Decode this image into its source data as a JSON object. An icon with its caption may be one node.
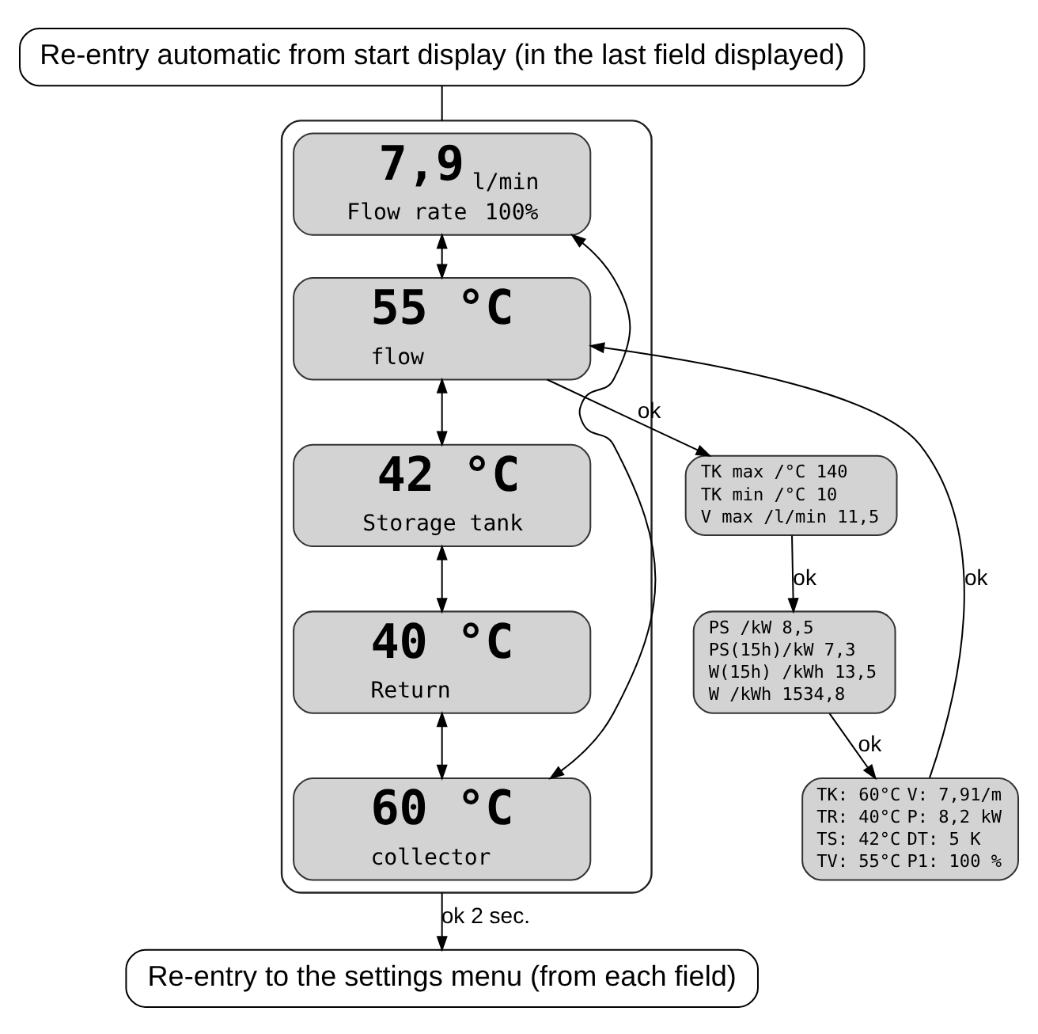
{
  "diagram": {
    "nodes": [
      {
        "text": [
          "Re-entry automatic from start display (in the last field displayed)"
        ]
      },
      {
        "text": [],
        "shape": "bracket"
      },
      {
        "text": [
          "7,9",
          "l/min",
          "Flow rate",
          "100%"
        ],
        "in": 1
      },
      {
        "text": [
          "55 °C",
          "flow"
        ],
        "in": 1
      },
      {
        "text": [
          "42 °C",
          "Storage tank"
        ],
        "in": 1
      },
      {
        "text": [
          "40 °C",
          "Return"
        ],
        "in": 1
      },
      {
        "text": [
          "60 °C",
          "collector"
        ],
        "in": 1
      },
      {
        "text": [
          "TK max /°C 140",
          "TK min /°C 10",
          "V max /l/min 11,5"
        ]
      },
      {
        "text": [
          "PS /kW 8,5",
          "PS(15h)/kW 7,3",
          "W(15h) /kWh 13,5",
          "W /kWh 1534,8"
        ]
      },
      {
        "text": [
          "TK: 60°C",
          "TR: 40°C",
          "TS: 42°C",
          "TV: 55°C",
          "V: 7,91/m",
          "P: 8,2 kW",
          "DT: 5 K",
          "P1: 100 %"
        ]
      },
      {
        "text": [
          "Re-entry to the settings menu (from each field)"
        ]
      }
    ],
    "edges": [
      {
        "from": 0,
        "to": 1,
        "arrow": "none"
      },
      {
        "from": 2,
        "to": 3,
        "arrow": "both"
      },
      {
        "from": 3,
        "to": 4,
        "arrow": "both"
      },
      {
        "from": 4,
        "to": 5,
        "arrow": "both"
      },
      {
        "from": 5,
        "to": 6,
        "arrow": "both"
      },
      {
        "from": 6,
        "to": 2,
        "arrow": "both"
      },
      {
        "from": 3,
        "to": 7,
        "arrow": "to",
        "label": "ok"
      },
      {
        "from": 7,
        "to": 8,
        "arrow": "to",
        "label": "ok"
      },
      {
        "from": 8,
        "to": 9,
        "arrow": "to",
        "label": "ok"
      },
      {
        "from": 9,
        "to": 3,
        "arrow": "to",
        "label": "ok"
      },
      {
        "from": 1,
        "to": 10,
        "arrow": "to",
        "label": "ok 2 sec."
      }
    ]
  }
}
